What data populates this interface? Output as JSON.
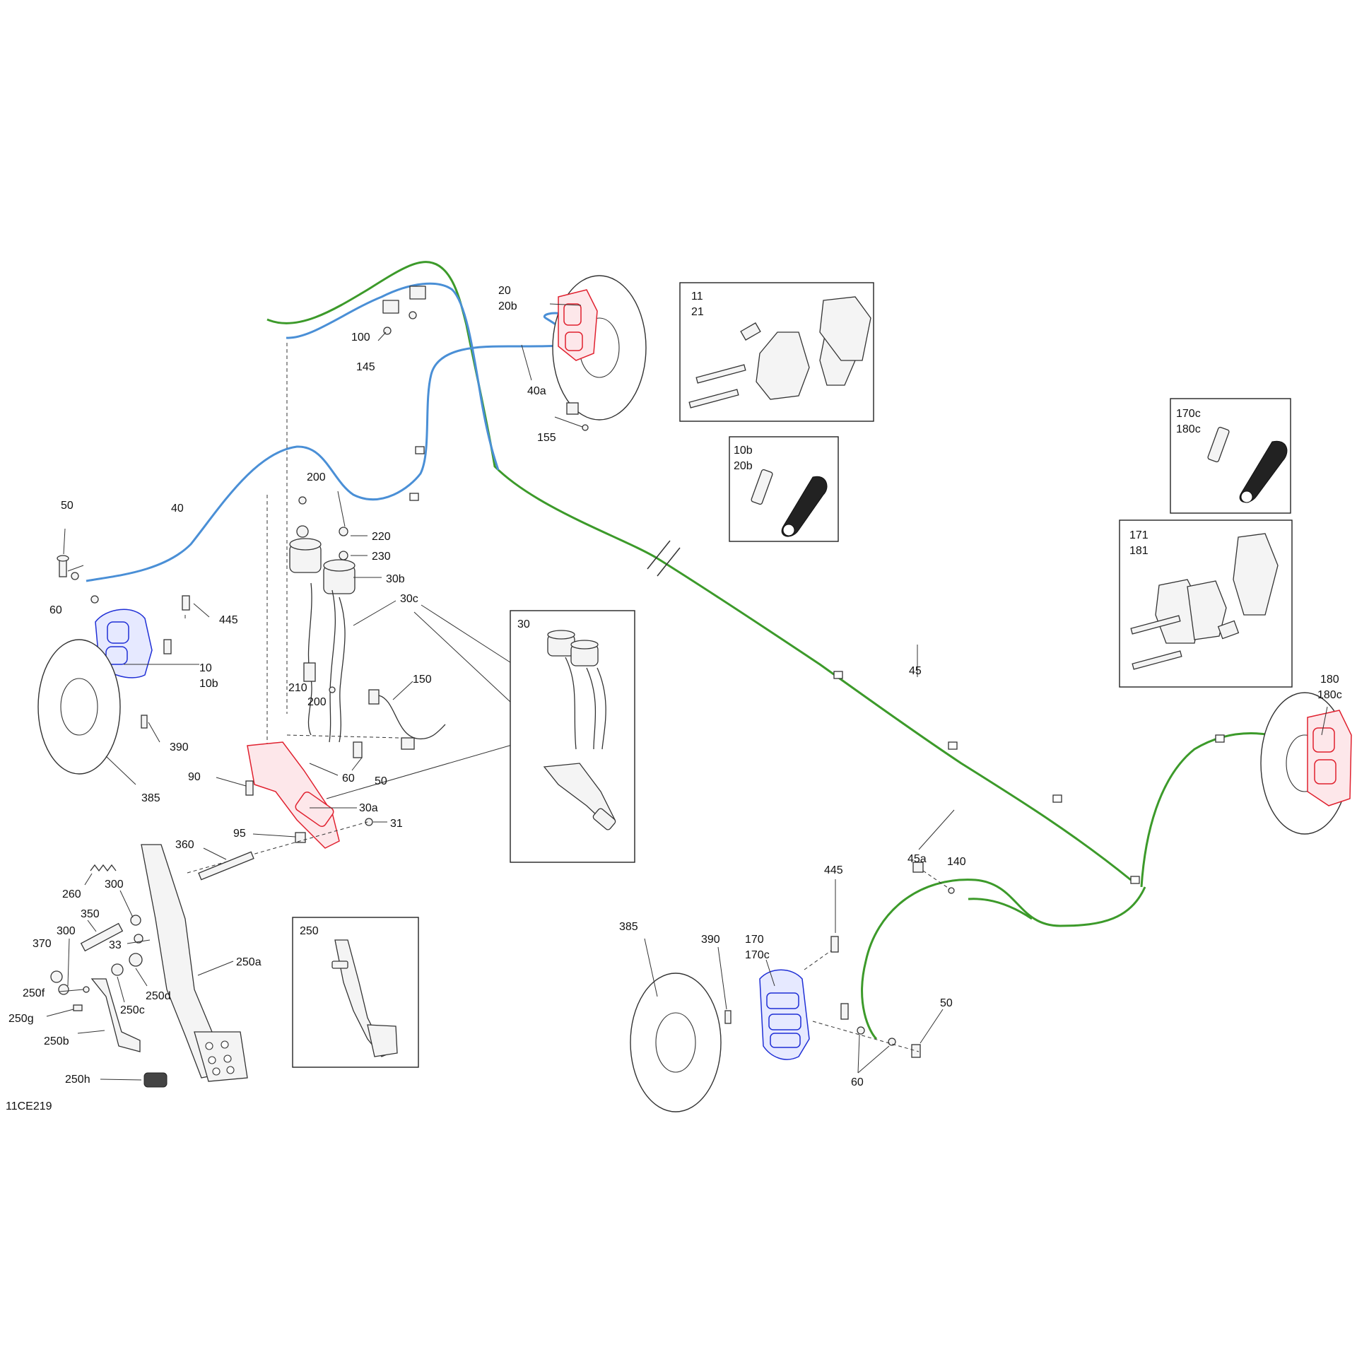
{
  "diagram_id": "11CE219",
  "colors": {
    "front_brake_line": "#4a8fd6",
    "rear_brake_line": "#3c9a2a",
    "highlight_red": "#e0202e",
    "highlight_blue": "#1f2fd6",
    "line_art": "#333333"
  },
  "insets": [
    {
      "key": "pads_front",
      "labels": [
        "11",
        "21"
      ]
    },
    {
      "key": "bleeder_front",
      "labels": [
        "10b",
        "20b"
      ]
    },
    {
      "key": "bleeder_rear",
      "labels": [
        "170c",
        "180c"
      ]
    },
    {
      "key": "pads_rear",
      "labels": [
        "171",
        "181"
      ]
    },
    {
      "key": "master_cylinder",
      "labels": [
        "30"
      ]
    },
    {
      "key": "pedal_assembly",
      "labels": [
        "250"
      ]
    }
  ],
  "callouts": {
    "c20": "20",
    "c20b": "20b",
    "c100": "100",
    "c145": "145",
    "c40a": "40a",
    "c155": "155",
    "c50_tl": "50",
    "c40": "40",
    "c60_tl": "60",
    "c445_l": "445",
    "c10": "10",
    "c10b": "10b",
    "c390_l": "390",
    "c385_l": "385",
    "c200_top": "200",
    "c220": "220",
    "c230": "230",
    "c30b": "30b",
    "c30c": "30c",
    "c210": "210",
    "c200_mid": "200",
    "c150": "150",
    "c50_mid": "50",
    "c60_mid": "60",
    "c90": "90",
    "c30a": "30a",
    "c95": "95",
    "c31": "31",
    "c360": "360",
    "c260": "260",
    "c300_a": "300",
    "c350": "350",
    "c300_b": "300",
    "c370": "370",
    "c33": "33",
    "c250a": "250a",
    "c250f": "250f",
    "c250d": "250d",
    "c250c": "250c",
    "c250g": "250g",
    "c250b": "250b",
    "c250h": "250h",
    "c45": "45",
    "c45a": "45a",
    "c140": "140",
    "c180": "180",
    "c180c": "180c",
    "c445_r": "445",
    "c385_r": "385",
    "c390_r": "390",
    "c170": "170",
    "c170c": "170c",
    "c50_r": "50",
    "c60_r": "60"
  }
}
